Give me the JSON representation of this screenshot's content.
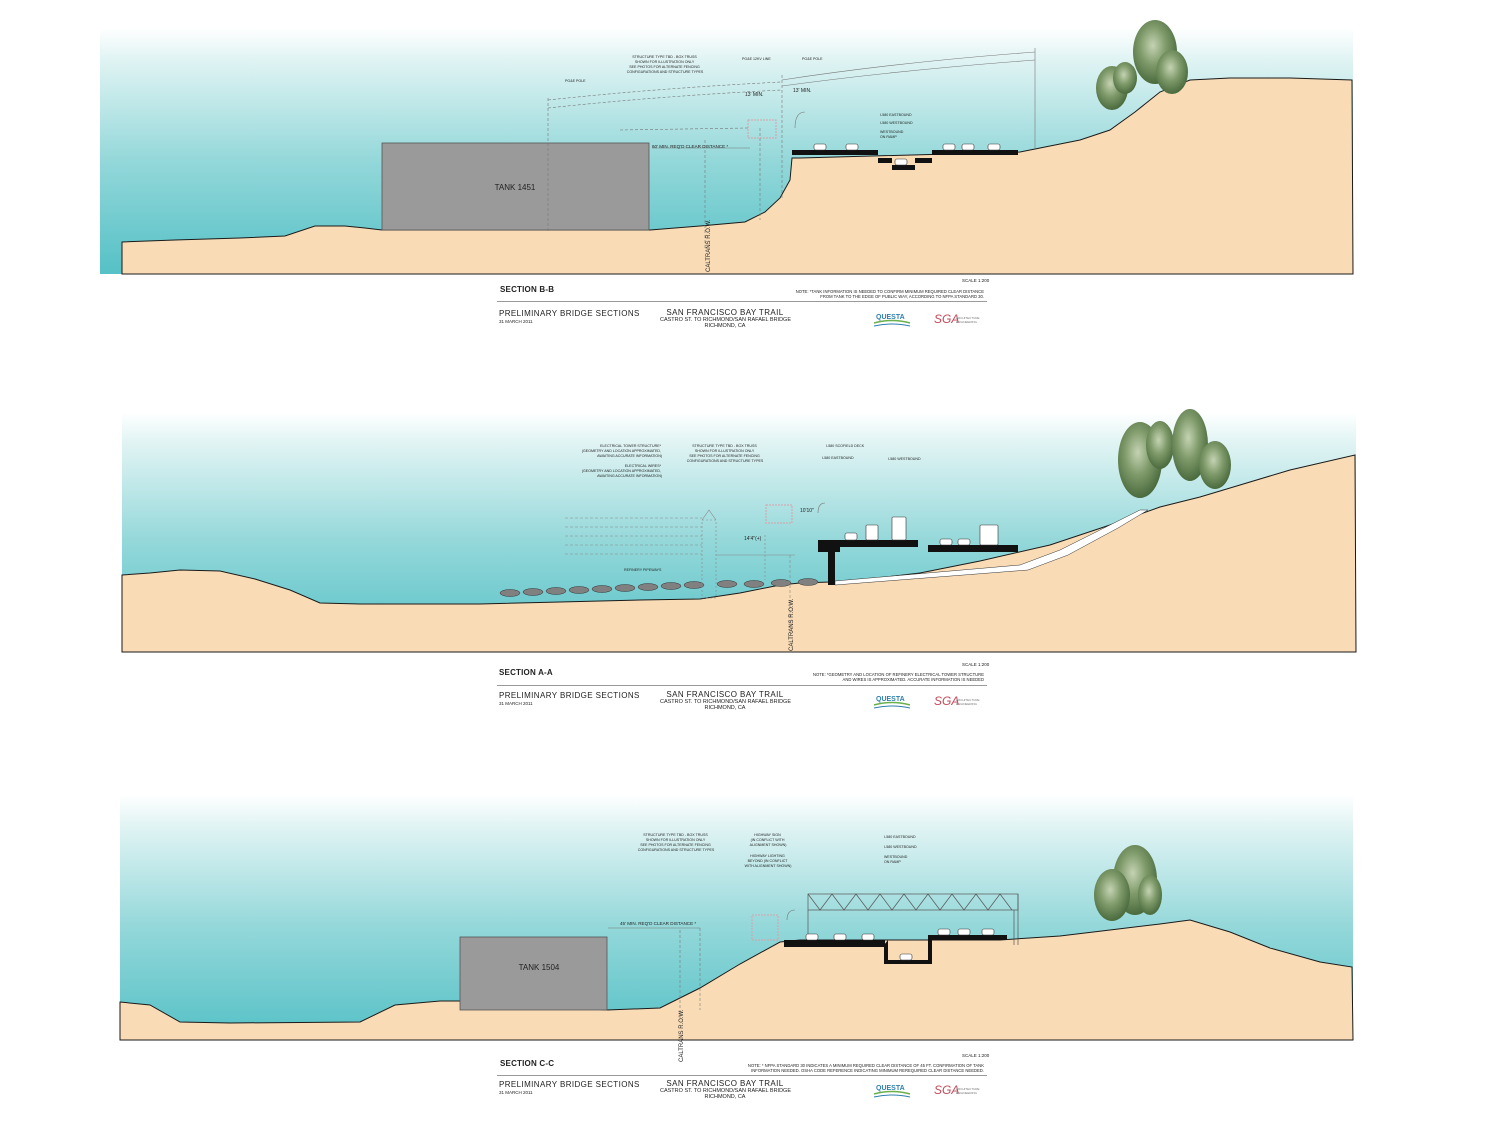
{
  "sections": [
    {
      "id": "B-B",
      "label": "SECTION B-B",
      "tank_label": "TANK 1451",
      "annotations": {
        "structure": [
          "STRUCTURE TYPE TBD - BOX TRUSS",
          "SHOWN FOR ILLUSTRATION ONLY",
          "SEE PHOTOS FOR ALTERNATE FENCING",
          "CONFIGURATIONS AND STRUCTURE TYPES"
        ],
        "pge_pole_left": "PG&E POLE",
        "pge_line": "PG&E 12KV LINE",
        "pge_pole_right": "PG&E POLE",
        "min_13_a": "13' MIN.",
        "min_13_b": "13' MIN.",
        "clear_distance": "60' MIN. REQ'D CLEAR DISTANCE *",
        "eastbound": "I-580 EASTBOUND",
        "westbound": "I-580 WESTBOUND",
        "ramp": [
          "WESTBOUND",
          "ON RAMP"
        ],
        "row": "CALTRANS R.O.W."
      },
      "scale": "SCALE 1:200",
      "note": [
        "NOTE: *TANK INFORMATION IS NEEDED TO CONFIRM MINIMUM REQUIRED CLEAR DISTANCE",
        "FROM TANK TO THE EDGE OF PUBLIC WAY, ACCORDING TO NFPA STANDARD 30."
      ]
    },
    {
      "id": "A-A",
      "label": "SECTION A-A",
      "annotations": {
        "tower": [
          "ELECTRICAL TOWER STRUCTURE*",
          "(GEOMETRY AND LOCATION APPROXIMATED,",
          "AWAITING ACCURATE INFORMATION)"
        ],
        "wires": [
          "ELECTRICAL WIRES*",
          "(GEOMETRY AND LOCATION APPROXIMATED,",
          "AWAITING ACCURATE INFORMATION)"
        ],
        "structure": [
          "STRUCTURE TYPE TBD - BOX TRUSS",
          "SHOWN FOR ILLUSTRATION ONLY",
          "SEE PHOTOS FOR ALTERNATE FENCING",
          "CONFIGURATIONS AND STRUCTURE TYPES"
        ],
        "scofield": "I-580 SCOFIELD DECK",
        "eastbound": "I-580 EASTBOUND",
        "westbound": "I-580 WESTBOUND",
        "dim_10": "10'10\"",
        "dim_14": "14'4\"(+)",
        "pipeways": "REFINERY PIPEWAYS",
        "row": "CALTRANS R.O.W."
      },
      "scale": "SCALE 1:200",
      "note": [
        "NOTE: *GEOMETRY AND LOCATION OF REFINERY ELECTRICAL TOWER STRUCTURE",
        "AND WIRES IS APPROXIMATED. ACCURATE INFORMATION IS NEEDED"
      ]
    },
    {
      "id": "C-C",
      "label": "SECTION C-C",
      "tank_label": "TANK 1504",
      "annotations": {
        "structure": [
          "STRUCTURE TYPE TBD - BOX TRUSS",
          "SHOWN FOR ILLUSTRATION ONLY",
          "SEE PHOTOS FOR ALTERNATE FENCING",
          "CONFIGURATIONS AND STRUCTURE TYPES"
        ],
        "sign": [
          "HIGHWAY SIGN",
          "(IN CONFLICT WITH",
          "ALIGNMENT SHOWN)"
        ],
        "lighting": [
          "HIGHWAY LIGHTING",
          "BEYOND (IN CONFLICT",
          "WITH ALIGNMENT SHOWN)"
        ],
        "eastbound": "I-580 EASTBOUND",
        "westbound": "I-580 WESTBOUND",
        "ramp": [
          "WESTBOUND",
          "ON RAMP"
        ],
        "clear_distance": "45' MIN. REQ'D CLEAR DISTANCE *",
        "row": "CALTRANS R.O.W."
      },
      "scale": "SCALE 1:200",
      "note": [
        "NOTE: * NFPA STANDARD 30 INDICATES A MINIMUM REQUIRED CLEAR DISTANCE OF 45 FT. CONFIRMATION OF TANK",
        "INFORMATION NEEDED. OSHA CODE REFERENCE INDICATING MINIMUM REREQUIRED CLEAR DISTANCE NEEDED."
      ]
    }
  ],
  "title_block": {
    "title": "PRELIMINARY BRIDGE SECTIONS",
    "date": "31 MARCH 2011",
    "project": "SAN FRANCISCO BAY TRAIL",
    "route": "CASTRO ST. TO RICHMOND/SAN RAFAEL BRIDGE",
    "city": "RICHMOND, CA",
    "logo1": "QUESTA",
    "logo2": "SGA",
    "logo2_sub": [
      "ARCHITECTURE",
      "ENGINEERING"
    ]
  },
  "colors": {
    "sky_top": "#ffffff",
    "sky_bottom": "#5cc3c8",
    "ground": "#f9dcb6",
    "tank": "#9a9a9a",
    "outline": "#1a1a1a",
    "tree_dark": "#5a7a4a",
    "tree_light": "#9fb98a"
  }
}
